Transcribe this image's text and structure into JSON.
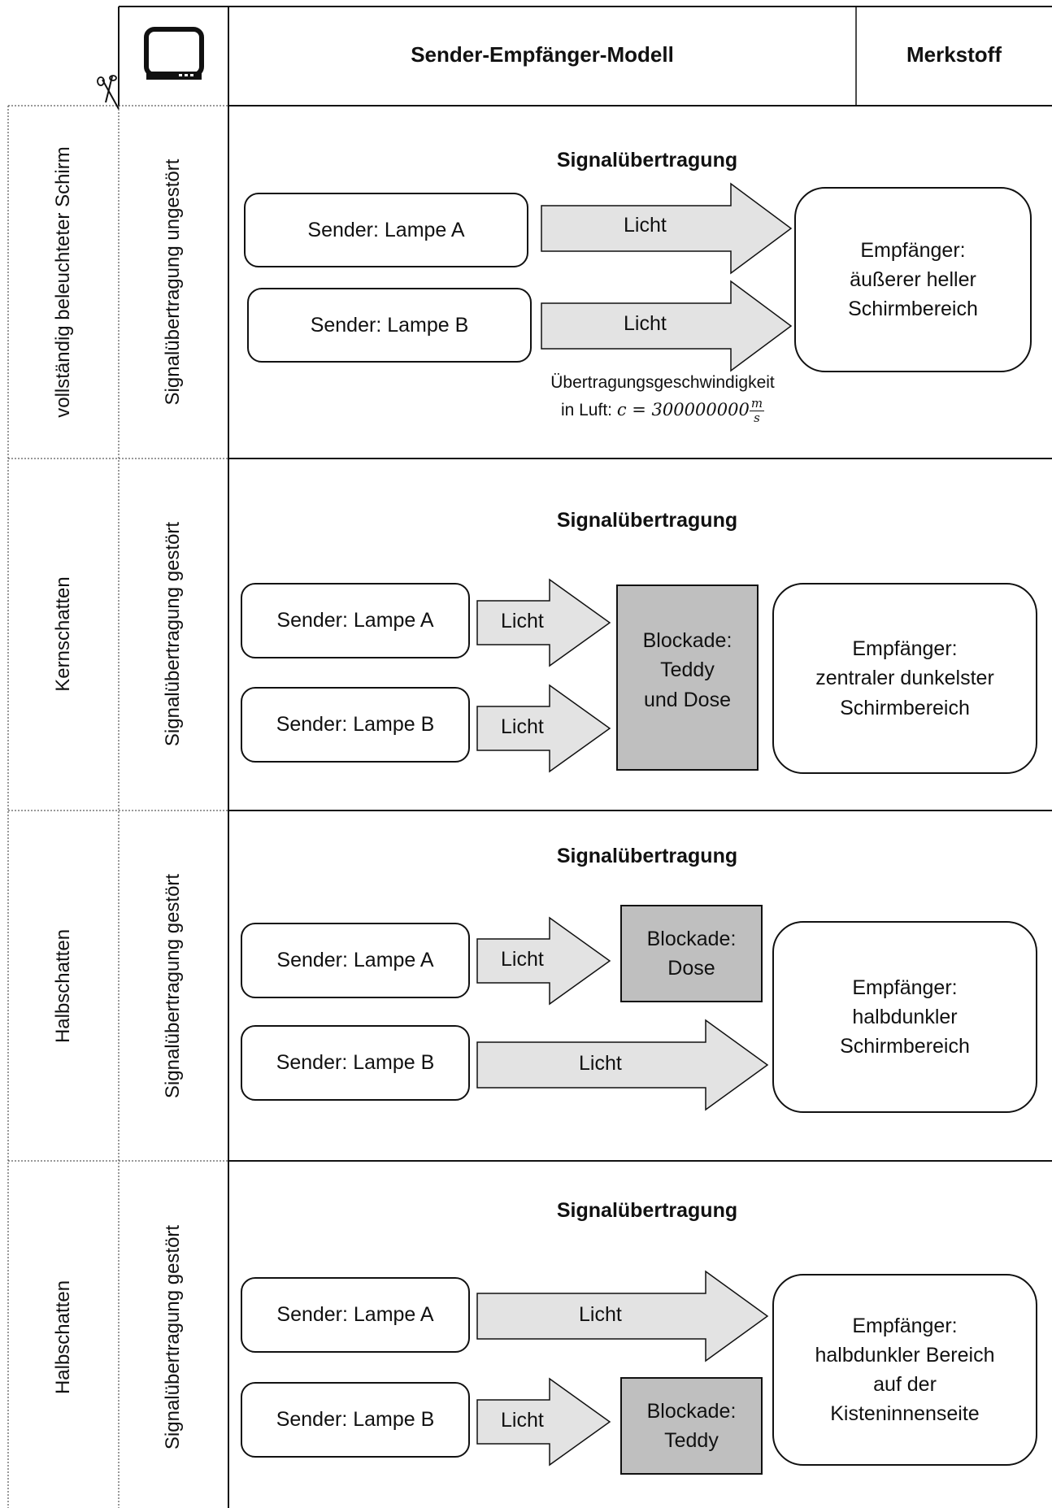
{
  "header": {
    "tv_icon": "tv-icon",
    "scissors_icon": "scissors-icon",
    "title": "Sender-Empfänger-Modell",
    "tag": "Merkstoff"
  },
  "rows": [
    {
      "label": "vollständig beleuchteter Schirm",
      "status": "Signalübertragung ungestört",
      "title": "Signalübertragung",
      "sender_a": "Sender: Lampe A",
      "sender_b": "Sender: Lampe B",
      "arrow_a": "Licht",
      "arrow_b": "Licht",
      "receiver": [
        "Empfänger:",
        "äußerer heller",
        "Schirmbereich"
      ],
      "speed_line": "Übertragungsgeschwindigkeit",
      "speed_prefix": "in Luft:",
      "speed_formula": "c = 300000000",
      "speed_unit_num": "m",
      "speed_unit_den": "s"
    },
    {
      "label": "Kernschatten",
      "status": "Signalübertragung gestört",
      "title": "Signalübertragung",
      "sender_a": "Sender: Lampe A",
      "sender_b": "Sender: Lampe B",
      "arrow_a": "Licht",
      "arrow_b": "Licht",
      "blockade": [
        "Blockade:",
        "Teddy",
        "und Dose"
      ],
      "receiver": [
        "Empfänger:",
        "zentraler dunkelster",
        "Schirmbereich"
      ]
    },
    {
      "label": "Halbschatten",
      "status": "Signalübertragung gestört",
      "title": "Signalübertragung",
      "sender_a": "Sender: Lampe A",
      "sender_b": "Sender: Lampe B",
      "arrow_a": "Licht",
      "arrow_b": "Licht",
      "blockade": [
        "Blockade:",
        "Dose"
      ],
      "receiver": [
        "Empfänger:",
        "halbdunkler",
        "Schirmbereich"
      ]
    },
    {
      "label": "Halbschatten",
      "status": "Signalübertragung gestört",
      "title": "Signalübertragung",
      "sender_a": "Sender: Lampe A",
      "sender_b": "Sender: Lampe B",
      "arrow_a": "Licht",
      "arrow_b": "Licht",
      "blockade": [
        "Blockade:",
        "Teddy"
      ],
      "receiver": [
        "Empfänger:",
        "halbdunkler Bereich",
        "auf der",
        "Kisteninnenseite"
      ]
    }
  ]
}
